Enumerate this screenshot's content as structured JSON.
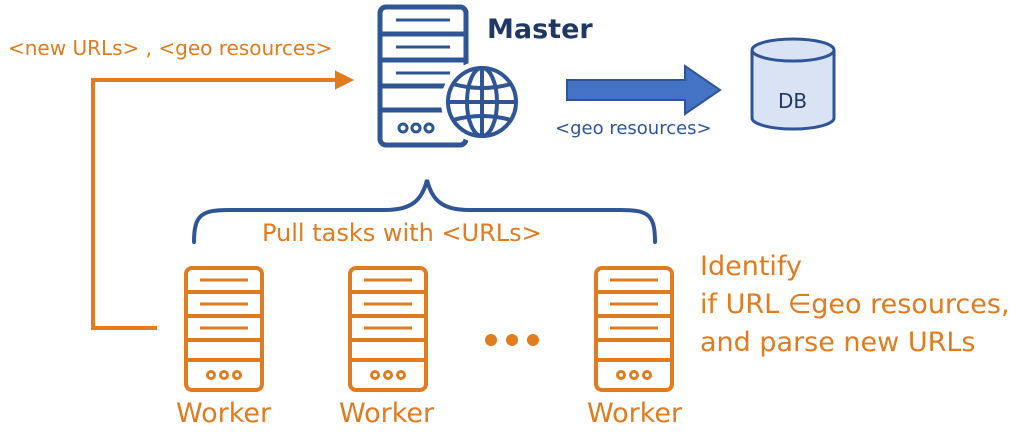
{
  "master": {
    "title": "Master"
  },
  "feedback": {
    "label": "<new URLs> , <geo resources>"
  },
  "storage": {
    "arrow_label": "<geo resources>",
    "db_label": "DB"
  },
  "pull": {
    "label": "Pull tasks with <URLs>"
  },
  "workers": [
    {
      "label": "Worker"
    },
    {
      "label": "Worker"
    },
    {
      "label": "Worker"
    }
  ],
  "worker_task": {
    "line1": "Identify",
    "line2": "if URL ∈geo resources,",
    "line3": "and parse new URLs"
  },
  "colors": {
    "orange": "#E07B20",
    "navy": "#2F5597",
    "arrow": "#4472C4",
    "db_fill": "#DAE3F3"
  },
  "icons": {
    "master": "server-globe-icon",
    "worker": "server-icon",
    "storage": "database-icon"
  }
}
